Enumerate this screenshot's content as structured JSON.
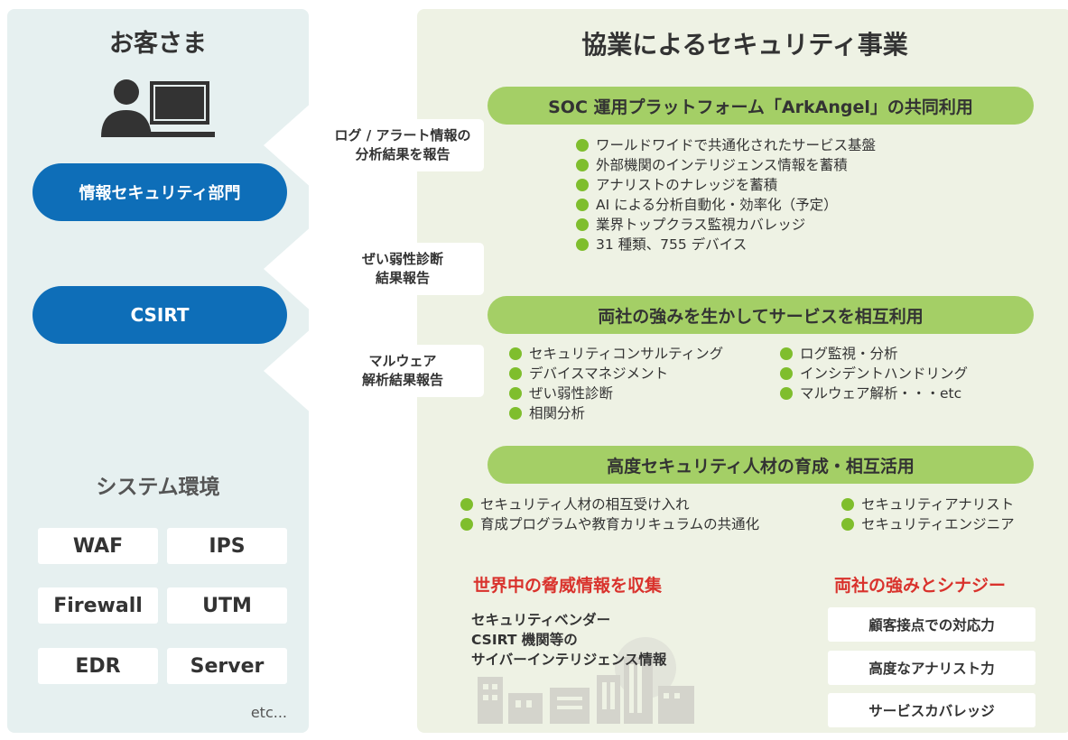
{
  "left": {
    "title": "お客さま",
    "pill_infosec": "情報セキュリティ部門",
    "pill_csirt": "CSIRT",
    "system_title": "システム環境",
    "systems": [
      "WAF",
      "IPS",
      "Firewall",
      "UTM",
      "EDR",
      "Server"
    ],
    "etc": "etc..."
  },
  "arrows": [
    {
      "line1": "ログ / アラート情報の",
      "line2": "分析結果を報告"
    },
    {
      "line1": "ぜい弱性診断",
      "line2": "結果報告"
    },
    {
      "line1": "マルウェア",
      "line2": "解析結果報告"
    }
  ],
  "right": {
    "title": "協業によるセキュリティ事業",
    "section1": {
      "heading": "SOC 運用プラットフォーム「ArkAngel」の共同利用",
      "items": [
        "ワールドワイドで共通化されたサービス基盤",
        "外部機関のインテリジェンス情報を蓄積",
        "アナリストのナレッジを蓄積",
        "AI による分析自動化・効率化（予定）",
        "業界トップクラス監視カバレッジ",
        "31 種類、755 デバイス"
      ]
    },
    "section2": {
      "heading": "両社の強みを生かしてサービスを相互利用",
      "items_left": [
        "セキュリティコンサルティング",
        "デバイスマネジメント",
        "ぜい弱性診断",
        "相関分析"
      ],
      "items_right": [
        "ログ監視・分析",
        "インシデントハンドリング",
        "マルウェア解析・・・etc"
      ]
    },
    "section3": {
      "heading": "高度セキュリティ人材の育成・相互活用",
      "items_left": [
        "セキュリティ人材の相互受け入れ",
        "育成プログラムや教育カリキュラムの共通化"
      ],
      "items_right": [
        "セキュリティアナリスト",
        "セキュリティエンジニア"
      ]
    },
    "threat": {
      "title": "世界中の脅威情報を収集",
      "lines": [
        "セキュリティベンダー",
        "CSIRT 機関等の",
        "サイバーインテリジェンス情報"
      ]
    },
    "synergy": {
      "title": "両社の強みとシナジー",
      "boxes": [
        "顧客接点での対応力",
        "高度なアナリスト力",
        "サービスカバレッジ"
      ]
    }
  },
  "colors": {
    "blue": "#0e6eb8",
    "green_bar": "#a4cf66",
    "bullet": "#7fbe2d",
    "red": "#d9322c",
    "left_bg": "#e6f0f0",
    "right_bg": "#eef2e4"
  }
}
